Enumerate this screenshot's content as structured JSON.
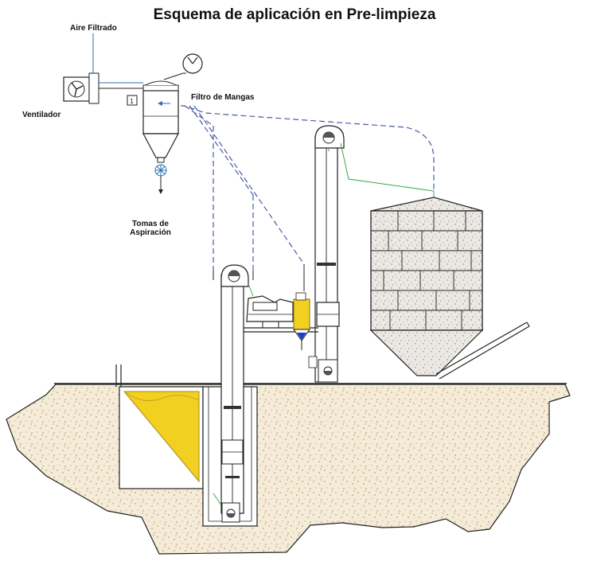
{
  "title": "Esquema de aplicación en Pre-limpieza",
  "labels": {
    "aire_filtrado": "Aire Filtrado",
    "ventilador": "Ventilador",
    "filtro_de_mangas": "Filtro de Mangas",
    "tomas_line1": "Tomas de",
    "tomas_line2": "Aspiración"
  },
  "colors": {
    "ground_fill": "#f4ecd8",
    "ground_speckle": "#c8a070",
    "grain_yellow": "#f2d022",
    "duct_dashed": "#4a5aa8",
    "air_line": "#2a6fb0",
    "green_line": "#3aa84a",
    "silo_fill": "#ece9e4",
    "outline": "#222222"
  }
}
